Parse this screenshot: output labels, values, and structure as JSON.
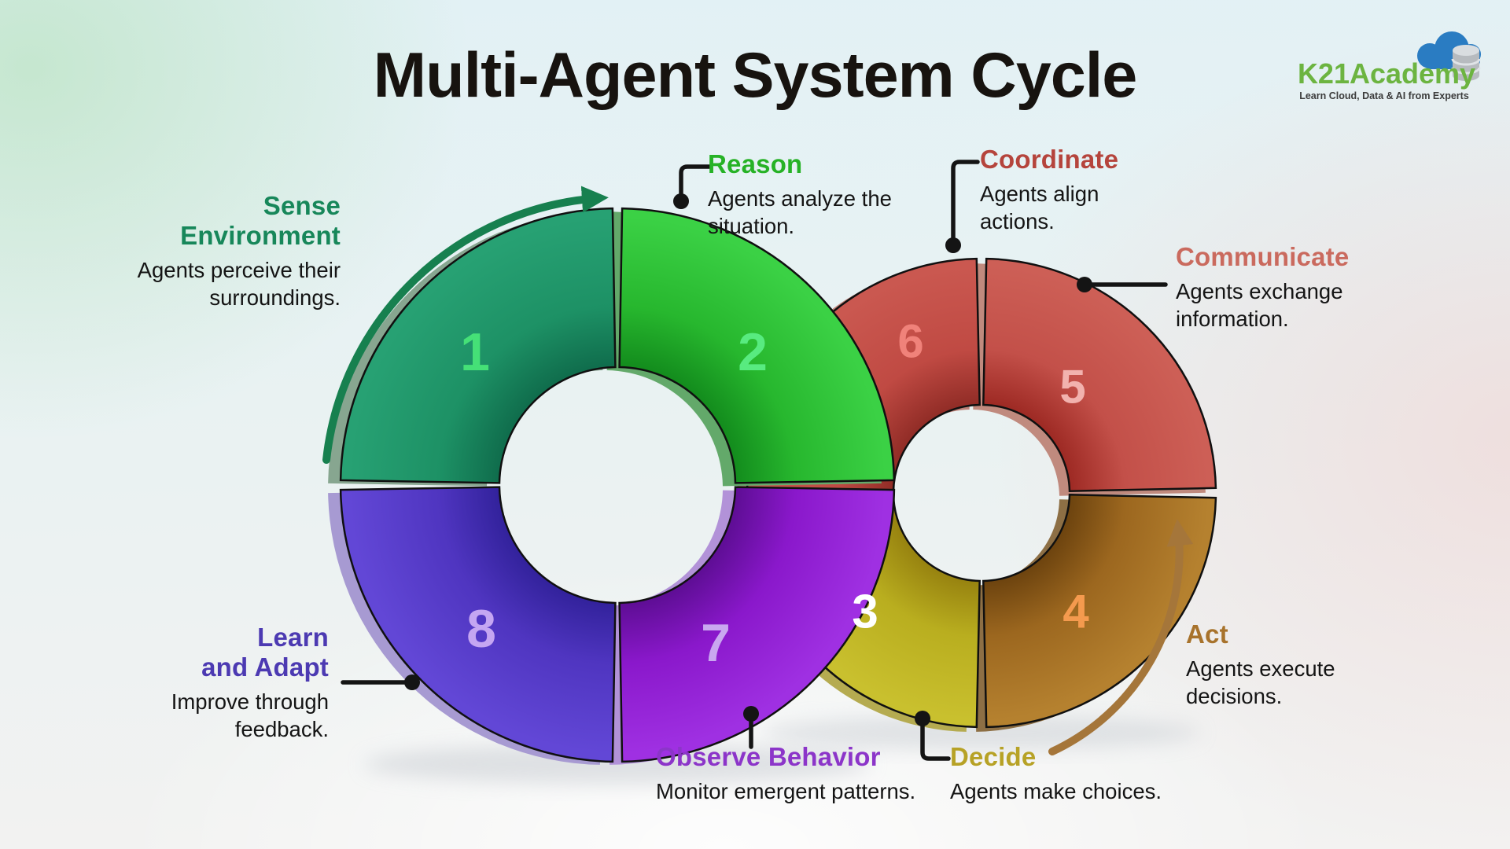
{
  "title": "Multi-Agent System Cycle",
  "logo": {
    "name": "K21Academy",
    "tagline": "Learn Cloud, Data & AI from Experts",
    "name_color": "#6cb440",
    "cloud_color": "#2a7cc2",
    "db_color": "#b7bbbf"
  },
  "connector_color": "#141414",
  "arrows": {
    "green": "#17804f",
    "brown": "#a5763a"
  },
  "callouts": {
    "sense": {
      "title_lines": [
        "Sense",
        "Environment"
      ],
      "title_color": "#17875a",
      "body": "Agents perceive their surroundings."
    },
    "reason": {
      "title": "Reason",
      "title_color": "#26b226",
      "body": "Agents analyze the situation."
    },
    "coordinate": {
      "title": "Coordinate",
      "title_color": "#b5443c",
      "body": "Agents align actions."
    },
    "communicate": {
      "title": "Communicate",
      "title_color": "#ca6a5e",
      "body": "Agents exchange information."
    },
    "act": {
      "title": "Act",
      "title_color": "#a8732c",
      "body": "Agents execute decisions."
    },
    "decide": {
      "title": "Decide",
      "title_color": "#b7a226",
      "body": "Agents make choices."
    },
    "observe": {
      "title": "Observe Behavior",
      "title_color": "#8c35c9",
      "body": "Monitor emergent patterns."
    },
    "learn": {
      "title_lines": [
        "Learn",
        "and Adapt"
      ],
      "title_color": "#4c3ab2",
      "body": "Improve through feedback."
    }
  },
  "segments": [
    {
      "num": "1",
      "ring": "left",
      "quad": "tl",
      "label": "Sense Environment",
      "dark": "#0f6b4b",
      "main": "#1d9165",
      "light": "#27a173",
      "rim": "#87a690",
      "num_color": "#45e077"
    },
    {
      "num": "2",
      "ring": "left",
      "quad": "tr",
      "label": "Reason",
      "dark": "#128a1c",
      "main": "#27b72e",
      "light": "#3bd145",
      "rim": "#63a96a",
      "num_color": "#58eb80"
    },
    {
      "num": "3",
      "ring": "right",
      "quad": "bl",
      "label": "Decide",
      "dark": "#96810f",
      "main": "#b9ae1f",
      "light": "#c9c02e",
      "rim": "#b5ab50",
      "num_color": "#ffffff"
    },
    {
      "num": "4",
      "ring": "right",
      "quad": "br",
      "label": "Act",
      "dark": "#6b420e",
      "main": "#9c671f",
      "light": "#b5812f",
      "rim": "#8d6f45",
      "num_color": "#f49a4e"
    },
    {
      "num": "5",
      "ring": "right",
      "quad": "tr",
      "label": "Communicate",
      "dark": "#9c2822",
      "main": "#c35049",
      "light": "#cd5f56",
      "rim": "#c08a7e",
      "num_color": "#f2b2ae"
    },
    {
      "num": "6",
      "ring": "right",
      "quad": "tl",
      "label": "Coordinate",
      "dark": "#8f2b25",
      "main": "#c04a43",
      "light": "#ca5850",
      "rim": "#bd8178",
      "num_color": "#f0827a"
    },
    {
      "num": "7",
      "ring": "left",
      "quad": "br",
      "label": "Observe Behavior",
      "dark": "#5c0d92",
      "main": "#8a18cb",
      "light": "#9f30e2",
      "rim": "#b292d8",
      "num_color": "#c9a7f0"
    },
    {
      "num": "8",
      "ring": "left",
      "quad": "bl",
      "label": "Learn and Adapt",
      "dark": "#31219a",
      "main": "#4f35c0",
      "light": "#6247d6",
      "rim": "#a79ad2",
      "num_color": "#c5a6f2"
    }
  ]
}
